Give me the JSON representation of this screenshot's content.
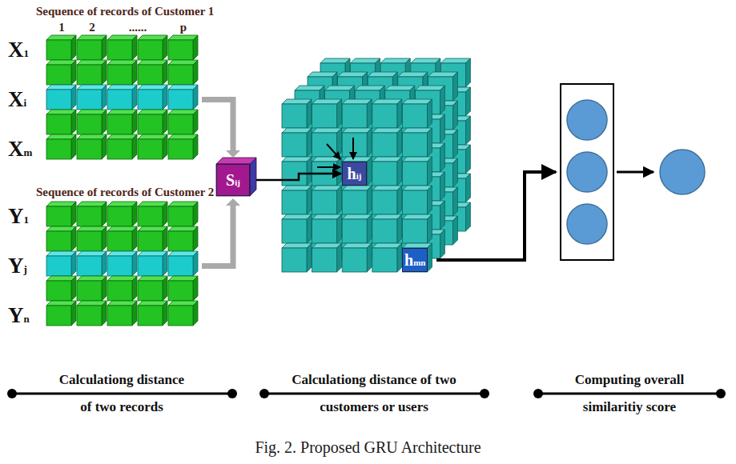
{
  "diagram": {
    "caption": "Fig. 2. Proposed GRU Architecture",
    "nodes": [
      {
        "text": [
          "Sij"
        ]
      },
      {
        "text": [
          "hij"
        ]
      },
      {
        "text": [
          "hmn"
        ]
      }
    ],
    "edges": [
      {
        "from": 0,
        "to": 1,
        "arrow": "to"
      }
    ],
    "labels": [
      "Sequence of records of Customer 1",
      "1",
      "2",
      "......",
      "p",
      "X1",
      "Xi",
      "Xm",
      "Sequence of records of Customer 2",
      "Y1",
      "Yj",
      "Yn",
      "Calculationg distance of two records",
      "Calculationg distance of two customers or users",
      "Computing overall similaritiy score"
    ]
  }
}
